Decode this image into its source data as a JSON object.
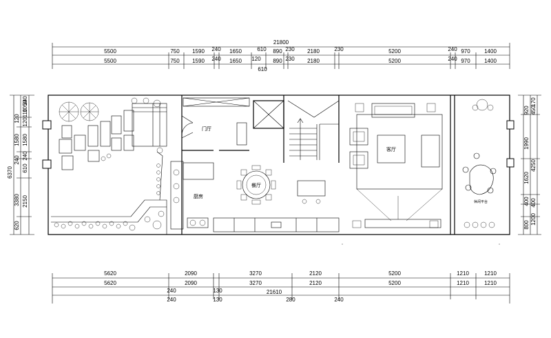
{
  "top_dims": {
    "overall": "21800",
    "row1": [
      "5500",
      "750",
      "1590",
      "240",
      "1650",
      "610",
      "890",
      "230",
      "2180",
      "230",
      "5200",
      "240",
      "970",
      "1400"
    ],
    "row2": [
      "5500",
      "750",
      "1590",
      "240",
      "1650",
      "120",
      "890",
      "230",
      "2180",
      "5200",
      "240",
      "970",
      "1400"
    ],
    "extra": "610"
  },
  "bottom_dims": {
    "row1": [
      "5620",
      "2090",
      "3270",
      "2120",
      "5200",
      "1210",
      "1210"
    ],
    "row2": [
      "5620",
      "2090",
      "3270",
      "2120",
      "5200",
      "1210",
      "1210"
    ],
    "row2_small": [
      "240",
      "130"
    ],
    "row3": [
      "240",
      "130",
      "21610",
      "280",
      "240"
    ]
  },
  "left_dims": {
    "outer": [
      "6370"
    ],
    "col1": [
      "120",
      "1580",
      "240",
      "3380",
      "620"
    ],
    "col2": [
      "1050",
      "120",
      "1580",
      "610",
      "2150"
    ],
    "col3": [
      "340",
      "110",
      "240"
    ]
  },
  "right_dims": {
    "col1": [
      "920",
      "1990",
      "1620",
      "400",
      "800"
    ],
    "col2": [
      "450",
      "4250",
      "400",
      "1200"
    ],
    "col3": [
      "170"
    ]
  },
  "rooms": {
    "entrance": "门厅",
    "kitchen": "厨房",
    "dining": "餐厅",
    "living": "客厅",
    "terrace": "休闲平台"
  }
}
